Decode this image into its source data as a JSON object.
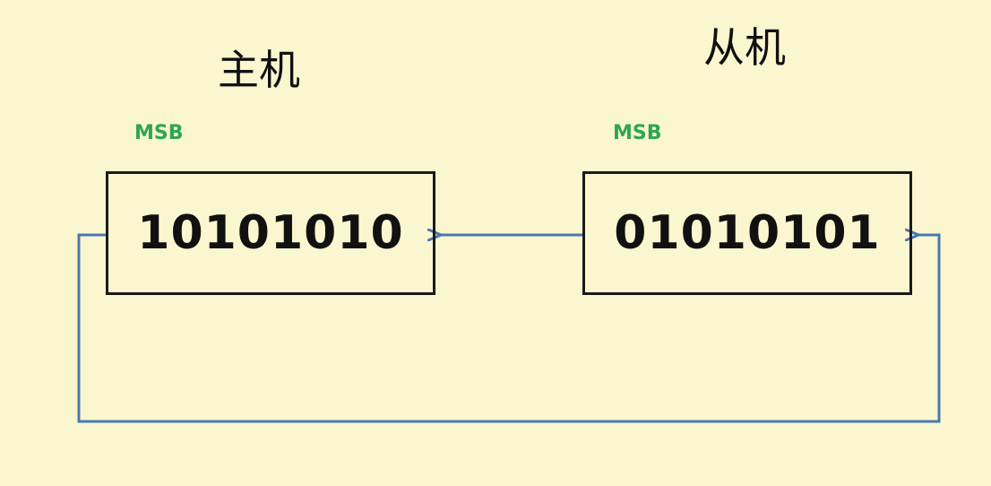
{
  "master": {
    "title": "主机",
    "msb_label": "MSB",
    "register_value": "10101010"
  },
  "slave": {
    "title": "从机",
    "msb_label": "MSB",
    "register_value": "01010101"
  },
  "colors": {
    "background": "#FAF6CF",
    "wire": "#4A78B0",
    "msb_label": "#2DA651",
    "box_border": "#1a1a1a"
  }
}
